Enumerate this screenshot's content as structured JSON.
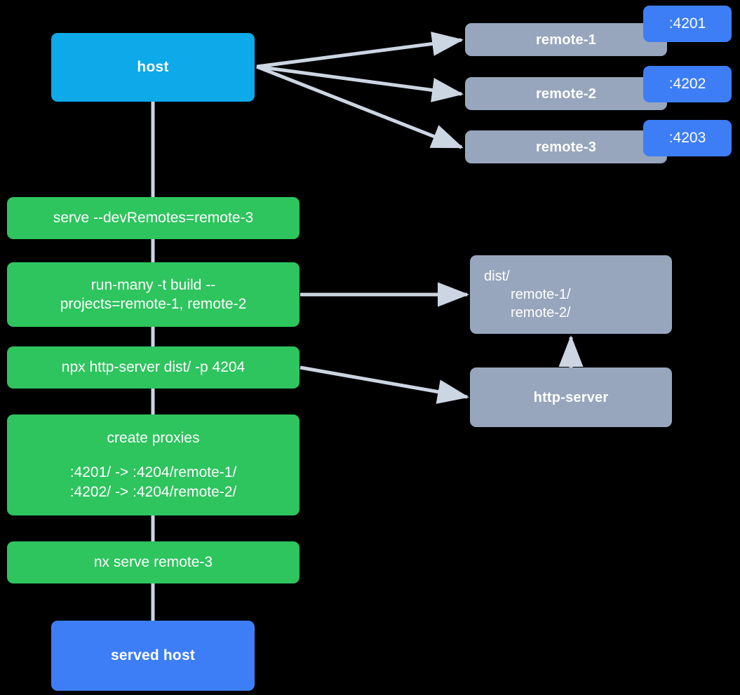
{
  "diagram": {
    "title": "Nx module federation dev-serve flow",
    "background_color": "#000000",
    "edge_color": "#ccd5e2",
    "palette": {
      "host": "#0da9e8",
      "served_host": "#3d7ef7",
      "remote": "#97a6bd",
      "task": "#2ec45e",
      "artifact": "#97a6bd",
      "port_badge": "#3d7ef7",
      "text": "#ffffff"
    }
  },
  "nodes": {
    "host": {
      "label": "host"
    },
    "served_host": {
      "label": "served host"
    },
    "remotes": [
      {
        "label": "remote-1",
        "port": ":4201"
      },
      {
        "label": "remote-2",
        "port": ":4202"
      },
      {
        "label": "remote-3",
        "port": ":4203"
      }
    ],
    "tasks": [
      {
        "label": "serve --devRemotes=remote-3"
      },
      {
        "label": "run-many -t build --\nprojects=remote-1, remote-2"
      },
      {
        "label": "npx http-server dist/ -p 4204"
      },
      {
        "title": "create proxies",
        "lines": [
          ":4201/ -> :4204/remote-1/",
          ":4202/ -> :4204/remote-2/"
        ]
      },
      {
        "label": "nx serve remote-3"
      }
    ],
    "artifacts": {
      "dist": {
        "root": "dist/",
        "children": [
          "remote-1/",
          "remote-2/"
        ]
      },
      "http_server": {
        "label": "http-server"
      }
    }
  },
  "edges": [
    {
      "from": "host",
      "to": "remote-1",
      "arrow": "to"
    },
    {
      "from": "host",
      "to": "remote-2",
      "arrow": "to"
    },
    {
      "from": "host",
      "to": "remote-3",
      "arrow": "to"
    },
    {
      "from": "host",
      "to": "serve --devRemotes=remote-3",
      "arrow": "none"
    },
    {
      "from": "serve --devRemotes=remote-3",
      "to": "run-many -t build",
      "arrow": "none"
    },
    {
      "from": "run-many -t build",
      "to": "dist/",
      "arrow": "to"
    },
    {
      "from": "run-many -t build",
      "to": "npx http-server dist/ -p 4204",
      "arrow": "none"
    },
    {
      "from": "npx http-server dist/ -p 4204",
      "to": "http-server",
      "arrow": "to"
    },
    {
      "from": "http-server",
      "to": "dist/",
      "arrow": "to"
    },
    {
      "from": "npx http-server dist/ -p 4204",
      "to": "create proxies",
      "arrow": "none"
    },
    {
      "from": "create proxies",
      "to": "nx serve remote-3",
      "arrow": "none"
    },
    {
      "from": "nx serve remote-3",
      "to": "served host",
      "arrow": "none"
    }
  ]
}
